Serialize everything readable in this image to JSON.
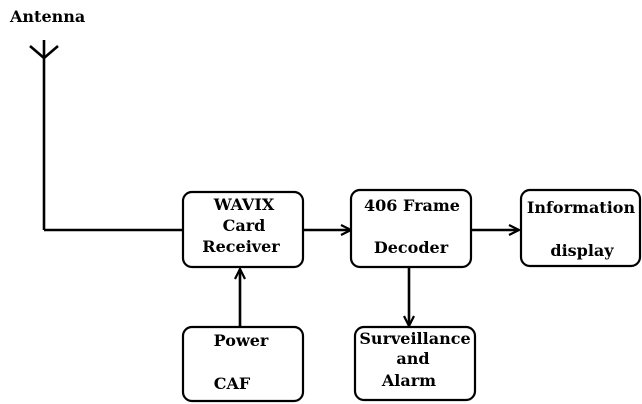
{
  "antenna": {
    "label": "Antenna"
  },
  "blocks": {
    "receiver": {
      "lines": [
        "WAVIX",
        "Card",
        "Receiver"
      ]
    },
    "decoder": {
      "lines": [
        "406 Frame",
        "Decoder"
      ]
    },
    "info": {
      "lines": [
        "Information",
        "display"
      ]
    },
    "power": {
      "lines": [
        "Power",
        "CAF"
      ]
    },
    "surveillance": {
      "lines": [
        "Surveillance",
        "and",
        "Alarm"
      ]
    }
  }
}
